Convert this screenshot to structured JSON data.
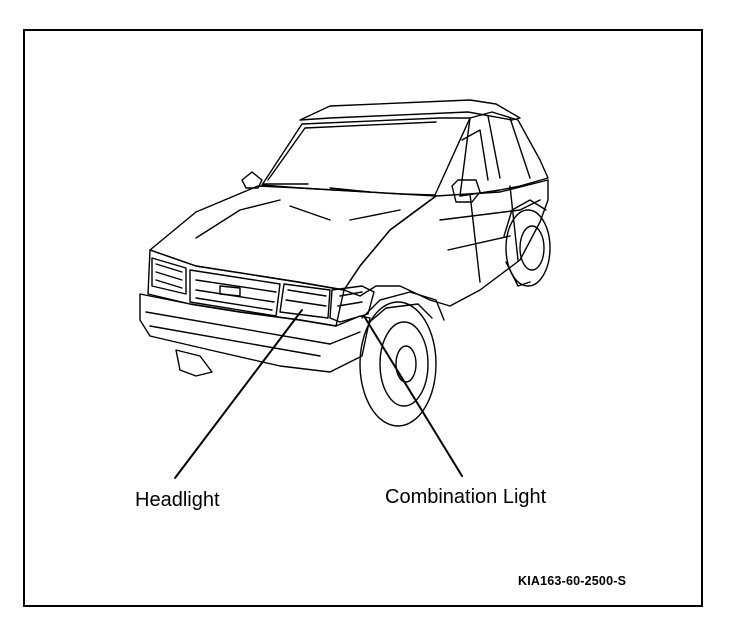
{
  "figure": {
    "callouts": [
      {
        "key": "headlight",
        "label": "Headlight"
      },
      {
        "key": "combination-light",
        "label": "Combination Light"
      }
    ],
    "figure_id": "KIA163-60-2500-S",
    "colors": {
      "line": "#000000",
      "background": "#ffffff"
    }
  }
}
